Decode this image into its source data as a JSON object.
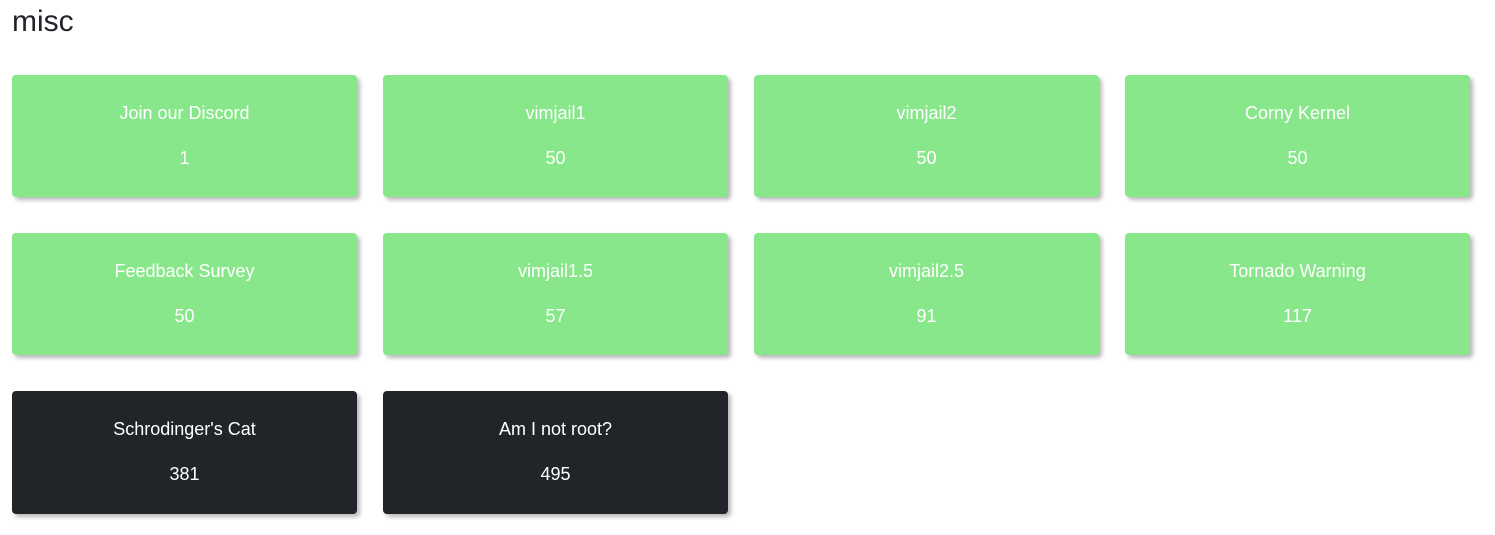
{
  "category": {
    "title": "misc"
  },
  "colors": {
    "solved": "#89e78b",
    "unsolved": "#212429",
    "text": "#ffffff"
  },
  "challenges": [
    {
      "name": "Join our Discord",
      "points": "1",
      "solved": true
    },
    {
      "name": "vimjail1",
      "points": "50",
      "solved": true
    },
    {
      "name": "vimjail2",
      "points": "50",
      "solved": true
    },
    {
      "name": "Corny Kernel",
      "points": "50",
      "solved": true
    },
    {
      "name": "Feedback Survey",
      "points": "50",
      "solved": true
    },
    {
      "name": "vimjail1.5",
      "points": "57",
      "solved": true
    },
    {
      "name": "vimjail2.5",
      "points": "91",
      "solved": true
    },
    {
      "name": "Tornado Warning",
      "points": "117",
      "solved": true
    },
    {
      "name": "Schrodinger's Cat",
      "points": "381",
      "solved": false
    },
    {
      "name": "Am I not root?",
      "points": "495",
      "solved": false
    }
  ]
}
